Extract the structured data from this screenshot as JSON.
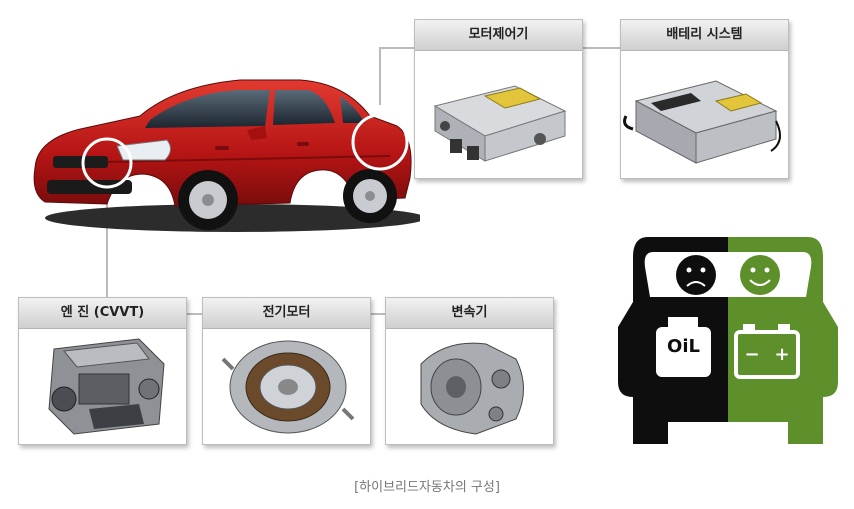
{
  "components": {
    "motor_controller": "모터제어기",
    "battery_system": "배테리 시스템",
    "engine": "엔 진 (CVVT)",
    "electric_motor": "전기모터",
    "transmission": "변속기"
  },
  "mascot": {
    "oil_label": "OiL",
    "battery_minus": "−",
    "battery_plus": "+"
  },
  "caption": "[하이브리드자동차의 구성]",
  "colors": {
    "car_red": "#c01818",
    "mascot_black": "#0e0e0e",
    "mascot_green": "#5d8f2a"
  }
}
